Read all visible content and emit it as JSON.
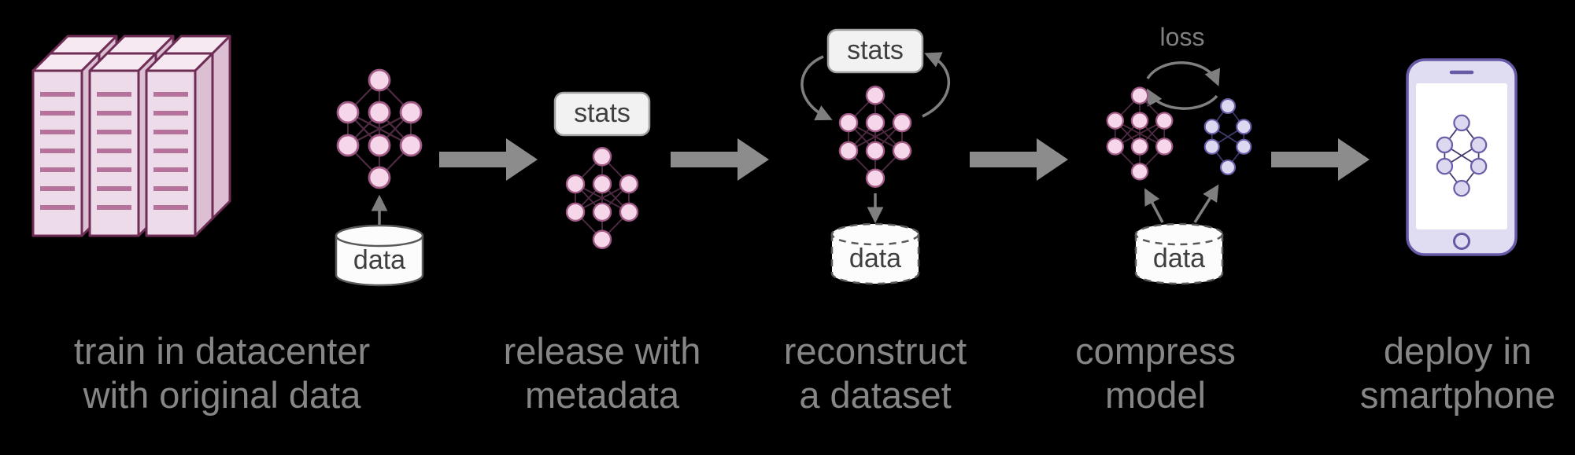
{
  "colors": {
    "background": "#000000",
    "caption_text": "#868686",
    "flow_arrow": "#8c8c8c",
    "small_arrow": "#7f7f7f",
    "label_text": "#3f3f3f",
    "badge_fill": "#f2f2f2",
    "badge_stroke": "#a0a0a0",
    "pink_node_fill": "#f6d7e9",
    "pink_node_stroke": "#a05a85",
    "pink_edge": "#4f2a43",
    "purple_node_fill": "#dcd8f0",
    "purple_node_stroke": "#6a5fa8",
    "purple_edge": "#3f3a6e",
    "server_fill": "#eedbe9",
    "server_stroke": "#6e2d54",
    "server_stripe": "#b5739c",
    "phone_fill": "#e0ddf3",
    "phone_stroke": "#655aa5",
    "cylinder_stroke": "#595959"
  },
  "stages": [
    {
      "name": "train",
      "caption": [
        "train in datacenter",
        "with original data"
      ],
      "labels": {
        "data": "data"
      }
    },
    {
      "name": "release",
      "caption": [
        "release with",
        "metadata"
      ],
      "labels": {
        "stats": "stats"
      }
    },
    {
      "name": "reconstruct",
      "caption": [
        "reconstruct",
        "a dataset"
      ],
      "labels": {
        "stats": "stats",
        "data": "data"
      }
    },
    {
      "name": "compress",
      "caption": [
        "compress",
        "model"
      ],
      "labels": {
        "loss": "loss",
        "data": "data"
      }
    },
    {
      "name": "deploy",
      "caption": [
        "deploy in",
        "smartphone"
      ],
      "labels": {}
    }
  ]
}
